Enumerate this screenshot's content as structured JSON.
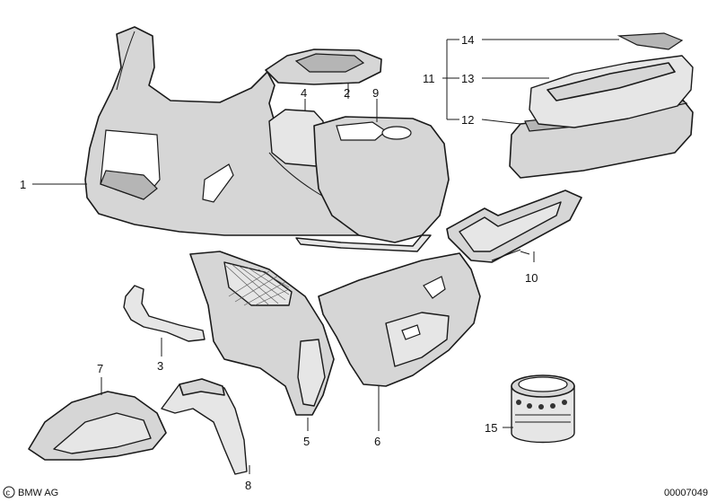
{
  "callouts": {
    "c1": "1",
    "c2": "2",
    "c3": "3",
    "c4": "4",
    "c5": "5",
    "c6": "6",
    "c7": "7",
    "c8": "8",
    "c9": "9",
    "c10": "10",
    "c11": "11",
    "c12": "12",
    "c13": "13",
    "c14": "14",
    "c15": "15"
  },
  "footer": {
    "brand": "BMW AG",
    "doc_id": "00007049"
  }
}
